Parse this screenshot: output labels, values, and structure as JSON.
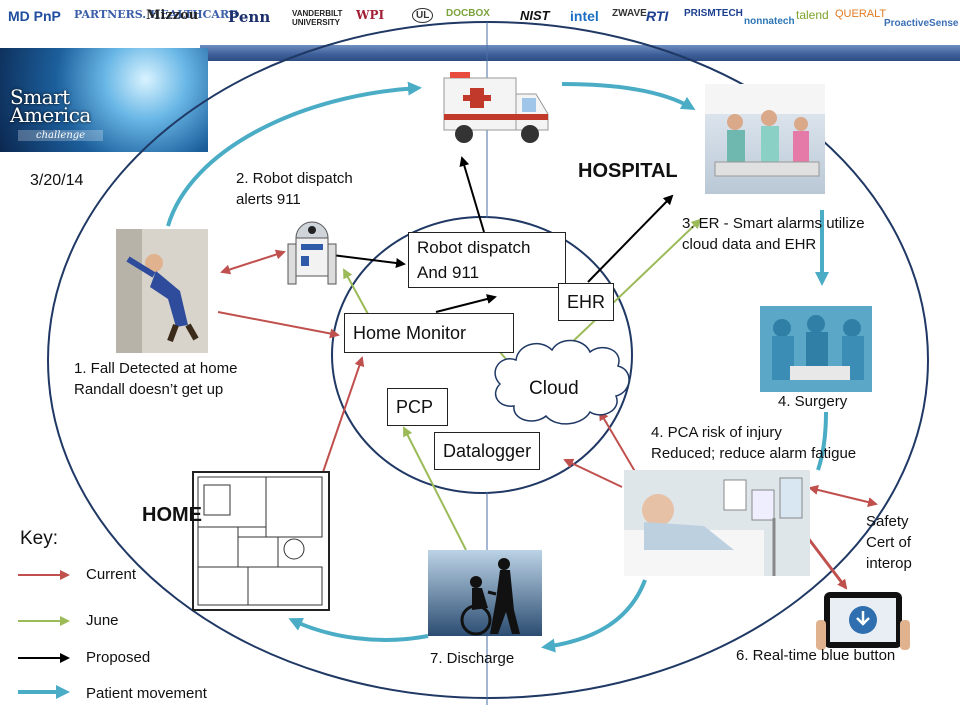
{
  "logos": [
    "MD PnP",
    "PARTNERS. HEALTHCARE",
    "Mizzou",
    "Penn",
    "VANDERBILT UNIVERSITY",
    "WPI",
    "UL",
    "DOCBOX",
    "NIST",
    "intel",
    "ZWAVE",
    "RTI",
    "PRISMTECH",
    "nonnatech",
    "talend",
    "QUERALT",
    "ProactiveSense"
  ],
  "banner": {
    "title": "Smart America",
    "subtitle": "challenge"
  },
  "date": "3/20/14",
  "headings": {
    "hospital": "HOSPITAL",
    "home": "HOME"
  },
  "steps": {
    "fall_line1": "1. Fall Detected at home",
    "fall_line2": "Randall doesn’t get up",
    "robot_line1": "2. Robot dispatch",
    "robot_line2": "alerts 911",
    "er_line1": "3. ER - Smart alarms utilize",
    "er_line2": "cloud data and EHR",
    "surgery": "4. Surgery",
    "pca_line1": "4. PCA risk of injury",
    "pca_line2": "Reduced; reduce alarm fatigue",
    "safety_line1": "Safety",
    "safety_line2": "Cert of",
    "safety_line3": "interop",
    "bluebutton": "6. Real-time  blue button",
    "discharge": "7. Discharge"
  },
  "boxes": {
    "robot_line1": "Robot dispatch",
    "robot_line2": "And 911",
    "ehr": "EHR",
    "home_monitor": "Home Monitor",
    "cloud": "Cloud",
    "pcp": "PCP",
    "datalogger": "Datalogger"
  },
  "key": {
    "title": "Key:",
    "items": [
      {
        "label": "Current",
        "color": "#c0504d"
      },
      {
        "label": "June",
        "color": "#9bbb59"
      },
      {
        "label": "Proposed",
        "color": "#000000"
      },
      {
        "label": "Patient movement",
        "color": "#4bacc6"
      }
    ]
  },
  "colors": {
    "current": "#c0504d",
    "june": "#9bbb59",
    "proposed": "#000000",
    "movement": "#4bacc6",
    "ellipse": "#1f3864"
  }
}
